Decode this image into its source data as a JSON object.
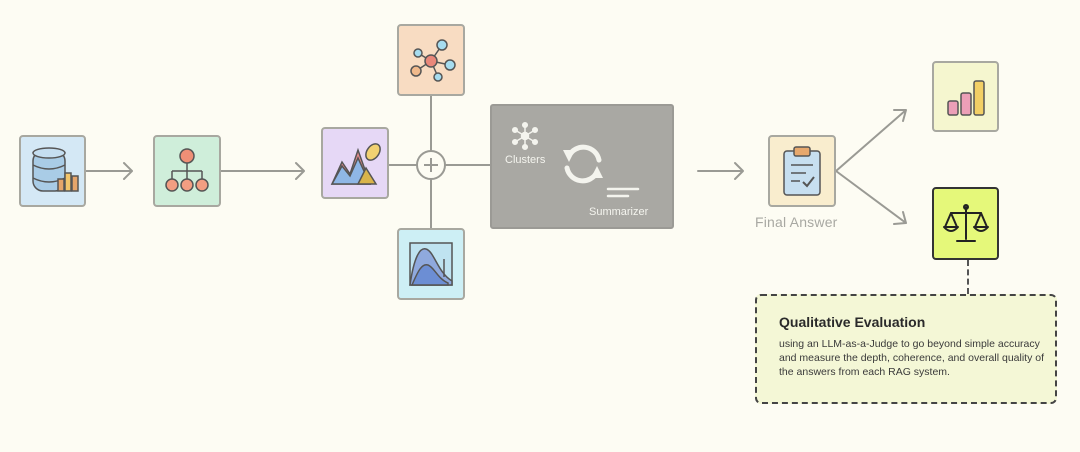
{
  "nodes": {
    "database": {
      "icon": "database-chart-icon",
      "bg": "#d4e8f5"
    },
    "hierarchy": {
      "icon": "hierarchy-tree-icon",
      "bg": "#cfeeda"
    },
    "graph": {
      "icon": "network-graph-icon",
      "bg": "#f8dcc2"
    },
    "embedding": {
      "icon": "mountain-paint-icon",
      "bg": "#e6d8f6"
    },
    "distribution": {
      "icon": "distribution-chart-icon",
      "bg": "#cdeff5"
    },
    "final_answer": {
      "icon": "clipboard-check-icon",
      "bg": "#f9edce"
    },
    "metrics": {
      "icon": "bar-chart-icon",
      "bg": "#f5f6cf"
    },
    "judge": {
      "icon": "balance-scale-icon",
      "bg": "#e5f87a"
    }
  },
  "clusters_box": {
    "clusters_label": "Clusters",
    "summarizer_label": "Summarizer",
    "bg": "#a9a8a3"
  },
  "final_answer_label": "Final Answer",
  "evaluation": {
    "title": "Qualitative Evaluation",
    "body": "using an LLM-as-a-Judge to go beyond simple accuracy and measure the depth, coherence, and overall quality of the answers from each RAG system."
  }
}
